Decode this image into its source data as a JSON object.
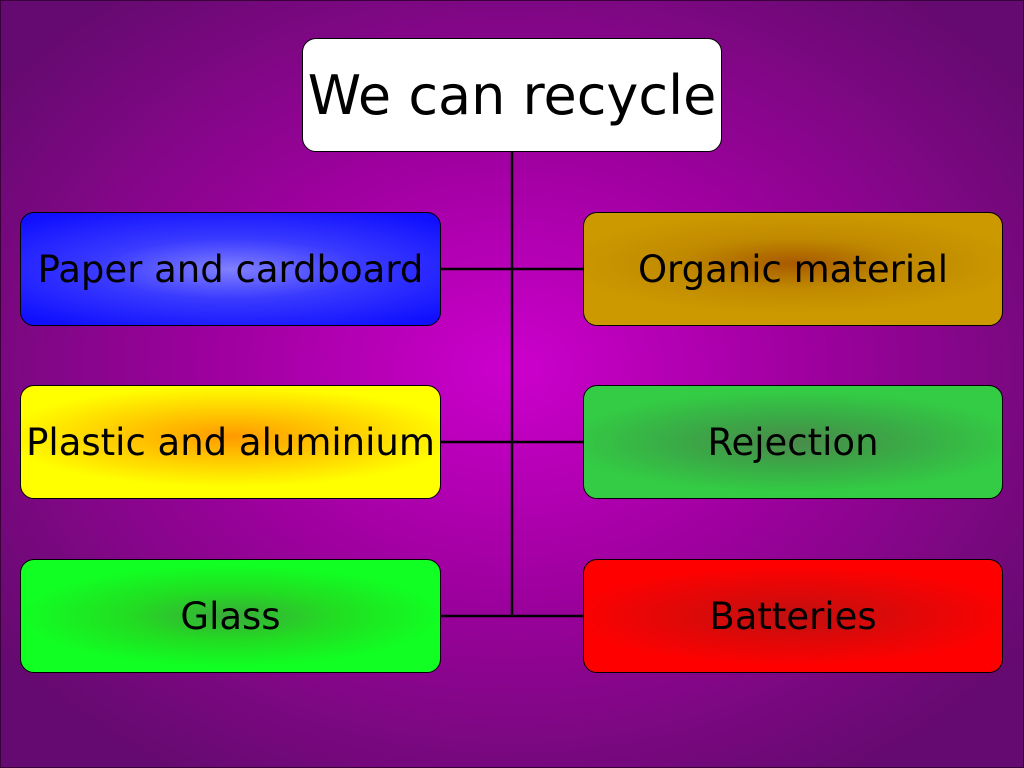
{
  "title": "We can recycle",
  "colors": {
    "title_box": "#ffffff",
    "paper": "#1a1aff",
    "organic": "#cc9900",
    "plastic": "#ffff00",
    "rejection": "#33cc44",
    "glass": "#11ff22",
    "batteries": "#ff0000"
  },
  "categories": {
    "paper": "Paper and cardboard",
    "organic": "Organic material",
    "plastic": "Plastic and aluminium",
    "rejection": "Rejection",
    "glass": "Glass",
    "batteries": "Batteries"
  }
}
